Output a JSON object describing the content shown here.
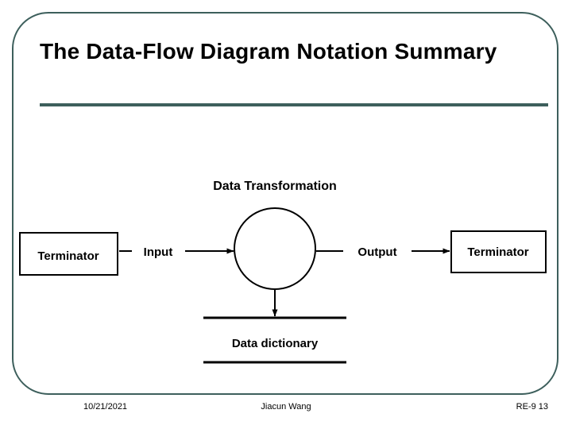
{
  "slide": {
    "title": "The Data-Flow Diagram Notation Summary",
    "accent_color": "#3d5f5c",
    "background_color": "#ffffff",
    "ink_color": "#000000"
  },
  "diagram": {
    "type": "data-flow-diagram",
    "caption": "Data Transformation",
    "nodes": {
      "terminator_left": "Terminator",
      "process": "",
      "terminator_right": "Terminator",
      "data_store": "Data dictionary"
    },
    "flows": {
      "input": "Input",
      "output": "Output"
    }
  },
  "footer": {
    "date": "10/21/2021",
    "author": "Jiacun Wang",
    "page": "RE-9 13"
  }
}
